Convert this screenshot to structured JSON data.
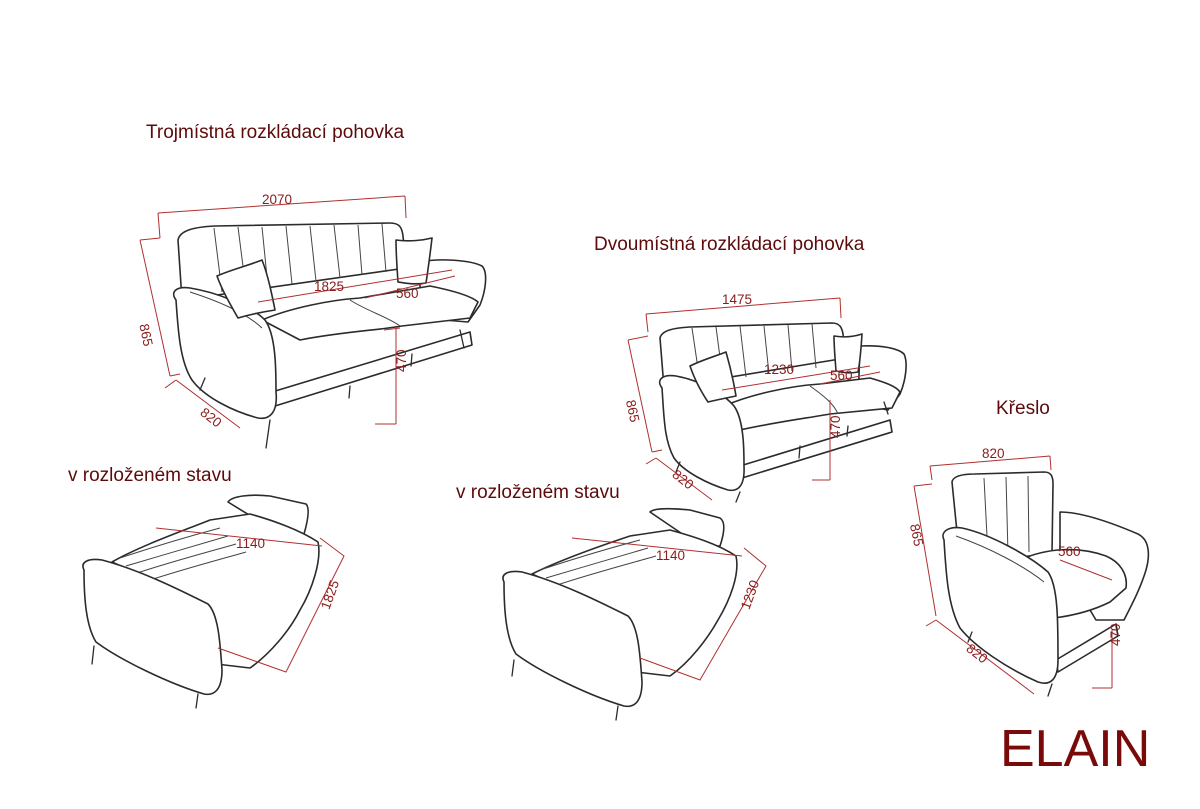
{
  "labels": {
    "three_seater": "Trojmístná rozkládací pohovka",
    "two_seater": "Dvoumístná rozkládací pohovka",
    "armchair": "Křeslo",
    "unfolded_left": "v rozloženém stavu",
    "unfolded_right": "v rozloženém stavu",
    "brand": "ELAIN"
  },
  "dims": {
    "three_width": "2070",
    "three_height": "865",
    "three_depth": "820",
    "three_seat_width": "1825",
    "three_seat_depth": "560",
    "three_seat_height": "470",
    "two_width": "1475",
    "two_height": "865",
    "two_depth": "820",
    "two_seat_width": "1230",
    "two_seat_depth": "560",
    "two_seat_height": "470",
    "chair_width": "820",
    "chair_height": "865",
    "chair_depth": "820",
    "chair_seat_depth": "560",
    "chair_seat_height": "470",
    "bed3_width": "1140",
    "bed3_length": "1825",
    "bed2_width": "1140",
    "bed2_length": "1230"
  },
  "colors": {
    "label": "#5c0a0a",
    "dimension": "#8a1c1c",
    "brand": "#7a0a0a",
    "outline": "#2b2b2b"
  }
}
